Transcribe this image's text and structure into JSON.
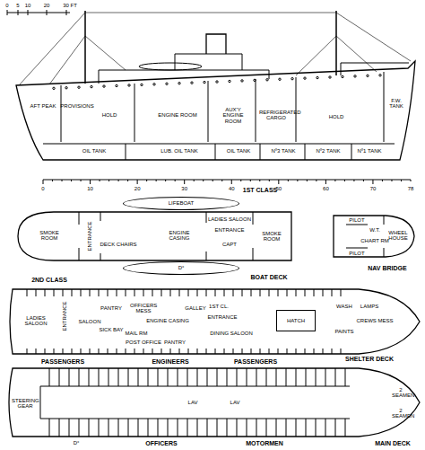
{
  "diagram": {
    "nodes": [
      {
        "text": [
          "LIFEBOAT"
        ]
      },
      {
        "text": [
          "D°"
        ]
      },
      {
        "text": [
          "HATCH"
        ]
      }
    ],
    "labels": [
      "0",
      "5",
      "10",
      "20",
      "30 FT",
      "AFT PEAK",
      "PROVISIONS",
      "HOLD",
      "OIL TANK",
      "ENGINE ROOM",
      "LUB. OIL TANK",
      "AUX'Y ENGINE ROOM",
      "REFRIGERATED CARGO",
      "HOLD",
      "F.W. TANK",
      "OIL TANK",
      "Nº3 TANK",
      "Nº2 TANK",
      "Nº1 TANK",
      "0",
      "10",
      "20",
      "30",
      "40",
      "50",
      "60",
      "70",
      "78",
      "1ST CLASS",
      "SMOKE ROOM",
      "ENTRANCE",
      "DECK CHAIRS",
      "ENGINE CASING",
      "LADIES SALOON",
      "ENTRANCE",
      "SMOKE ROOM",
      "CAPT",
      "BOAT DECK",
      "PILOT",
      "W.T.",
      "CHART RM",
      "WHEEL HOUSE",
      "PILOT",
      "NAV BRIDGE",
      "2ND CLASS",
      "LADIES SALOON",
      "ENTRANCE",
      "SALOON",
      "PANTRY",
      "SICK BAY",
      "OFFICERS MESS",
      "ENGINE CASING",
      "MAIL RM",
      "POST OFFICE",
      "PANTRY",
      "GALLEY",
      "1ST CL.",
      "ENTRANCE",
      "DINING SALOON",
      "WASH",
      "LAMPS",
      "CREWS MESS",
      "PAINTS",
      "SHELTER DECK",
      "PASSENGERS",
      "ENGINEERS",
      "PASSENGERS",
      "STEERING GEAR",
      "LAV",
      "LAV",
      "2 SEAMEN",
      "2 SEAMEN",
      "D°",
      "OFFICERS",
      "MOTORMEN",
      "MAIN DECK"
    ]
  }
}
